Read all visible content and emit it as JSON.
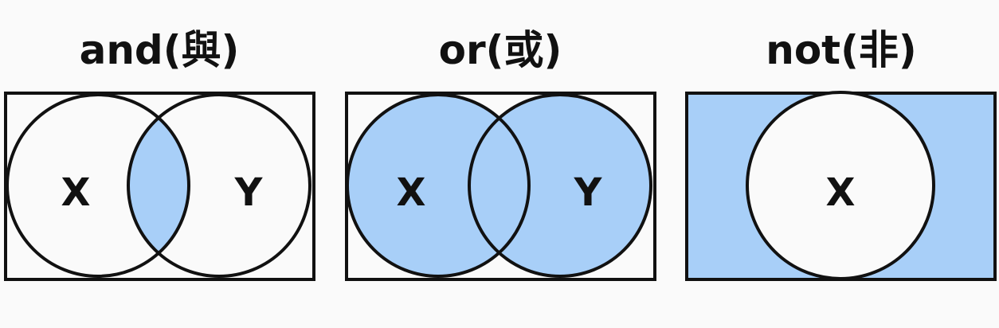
{
  "colors": {
    "background": "#fafafa",
    "fill": "#a8cff8",
    "stroke": "#111111"
  },
  "diagrams": {
    "and": {
      "title": "and(與)",
      "left_label": "X",
      "right_label": "Y"
    },
    "or": {
      "title": "or(或)",
      "left_label": "X",
      "right_label": "Y"
    },
    "not": {
      "title": "not(非)",
      "label": "X"
    }
  }
}
